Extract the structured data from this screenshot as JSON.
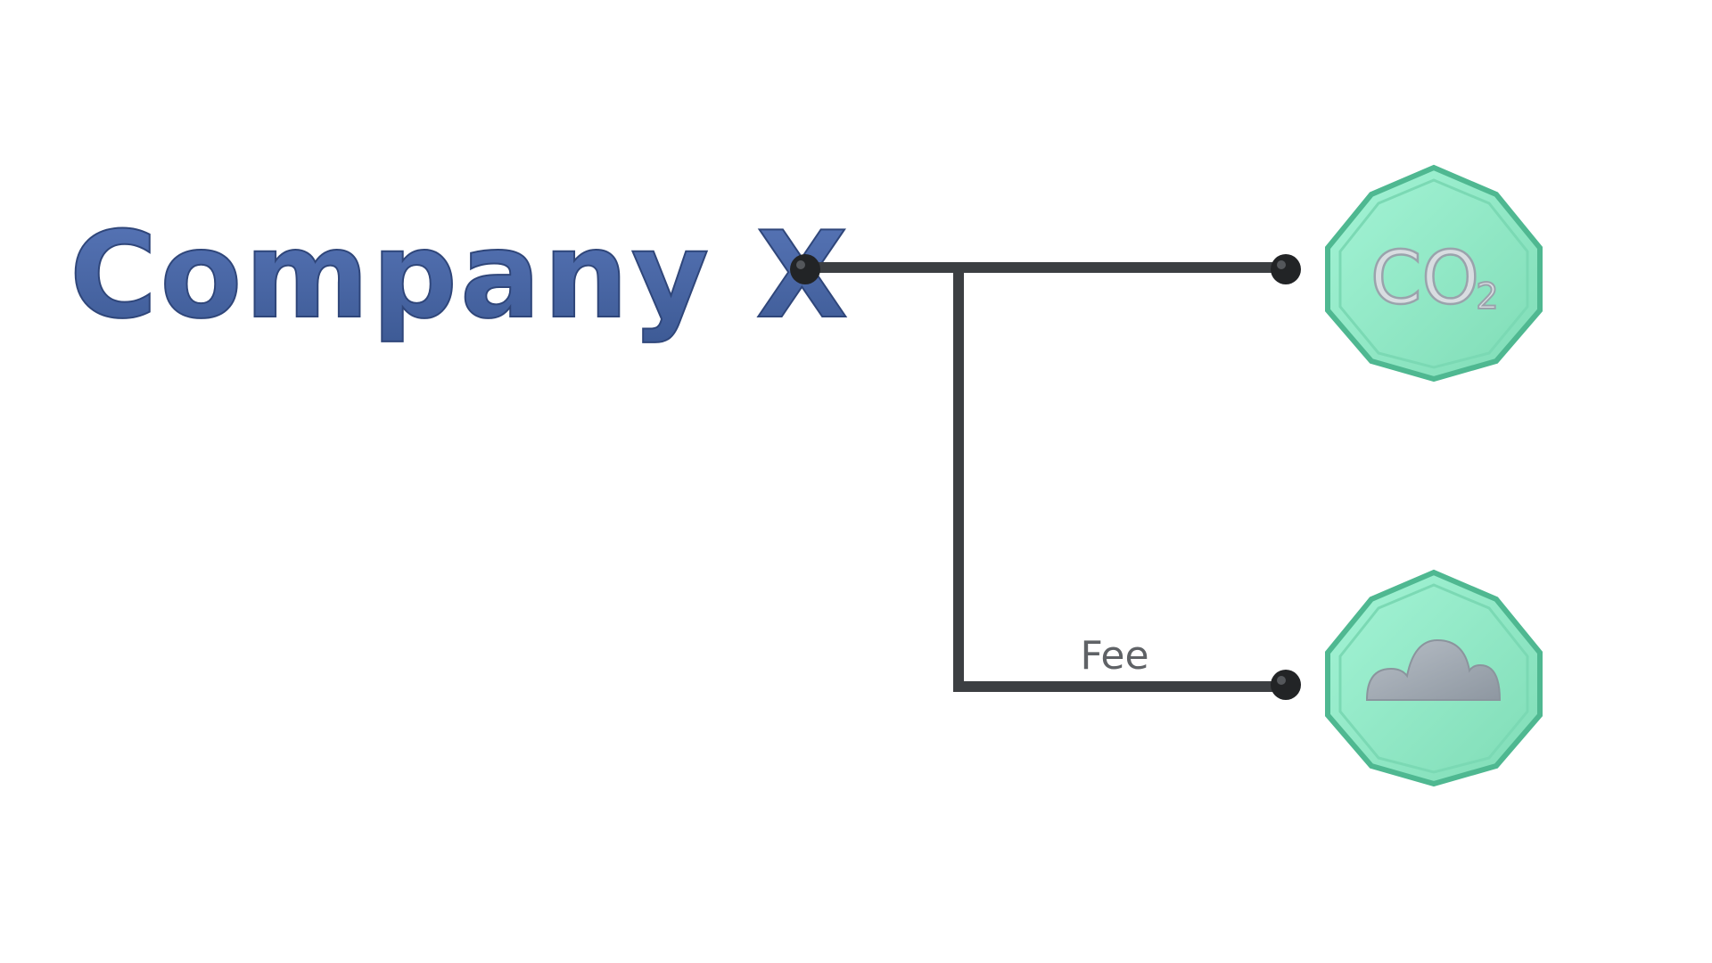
{
  "diagram": {
    "company_label": "Company X",
    "connection_label": "Fee",
    "nodes": [
      {
        "id": "co2-node",
        "main": "CO",
        "sub": "2",
        "icon": "co2-icon"
      },
      {
        "id": "cloud-node",
        "icon": "cloud-icon"
      }
    ],
    "colors": {
      "company_text": "#4a6aa8",
      "connector": "#3c3f42",
      "connector_dot": "#222426",
      "octagon_fill": "#8ee8c8",
      "octagon_edge": "#5cc7a0",
      "icon_gray": "#a9b1ba",
      "label_gray": "#5f6266"
    }
  }
}
